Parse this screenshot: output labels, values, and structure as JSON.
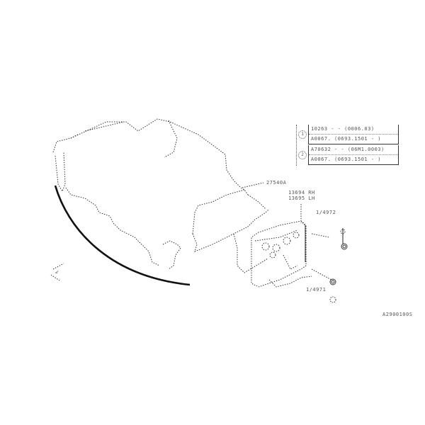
{
  "diagram": {
    "type": "exploded-parts-diagram",
    "figure_id": "A2900100S",
    "callouts": {
      "main_part": "27540A",
      "part_rh": "13694 RH",
      "part_lh": "13695 LH",
      "bolt_upper": "1/4972",
      "bolt_lower": "1/4971"
    },
    "legend": [
      {
        "marker": "1",
        "rows": [
          "10263 - - (0006.03)",
          "A0067. (0693.1501 - )"
        ]
      },
      {
        "marker": "2",
        "rows": [
          "A70632 - - (06M1.0003)",
          "A0067. (0693.1501 - )"
        ]
      }
    ],
    "markers": {
      "front_arrow": "front-arrow",
      "ref_a": "1",
      "ref_b": "2",
      "ref_c": "2"
    }
  }
}
